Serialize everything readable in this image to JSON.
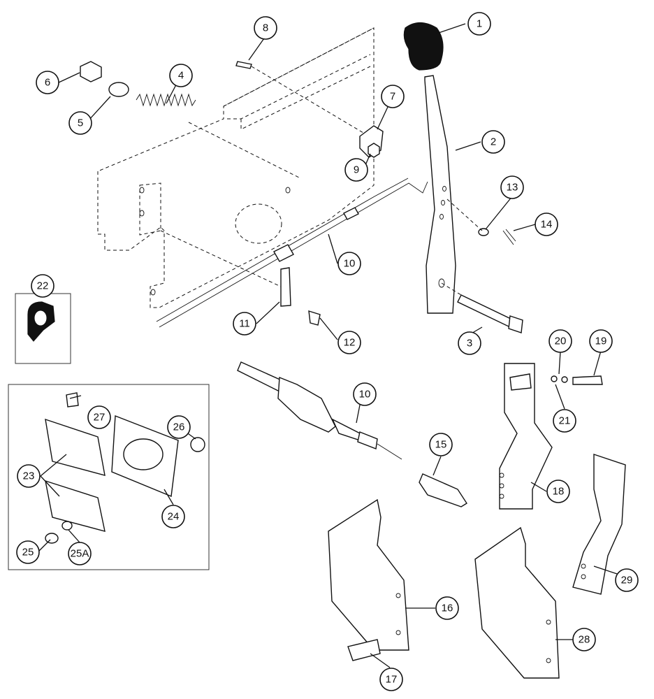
{
  "callouts": [
    {
      "id": "c1",
      "label": "1"
    },
    {
      "id": "c2",
      "label": "2"
    },
    {
      "id": "c3",
      "label": "3"
    },
    {
      "id": "c4",
      "label": "4"
    },
    {
      "id": "c5",
      "label": "5"
    },
    {
      "id": "c6",
      "label": "6"
    },
    {
      "id": "c7",
      "label": "7"
    },
    {
      "id": "c8",
      "label": "8"
    },
    {
      "id": "c9",
      "label": "9"
    },
    {
      "id": "c10a",
      "label": "10"
    },
    {
      "id": "c10b",
      "label": "10"
    },
    {
      "id": "c11",
      "label": "11"
    },
    {
      "id": "c12",
      "label": "12"
    },
    {
      "id": "c13",
      "label": "13"
    },
    {
      "id": "c14",
      "label": "14"
    },
    {
      "id": "c15",
      "label": "15"
    },
    {
      "id": "c16",
      "label": "16"
    },
    {
      "id": "c17",
      "label": "17"
    },
    {
      "id": "c18",
      "label": "18"
    },
    {
      "id": "c19",
      "label": "19"
    },
    {
      "id": "c20",
      "label": "20"
    },
    {
      "id": "c21",
      "label": "21"
    },
    {
      "id": "c22",
      "label": "22"
    },
    {
      "id": "c23",
      "label": "23"
    },
    {
      "id": "c24",
      "label": "24"
    },
    {
      "id": "c25",
      "label": "25"
    },
    {
      "id": "c25A",
      "label": "25A"
    },
    {
      "id": "c26",
      "label": "26"
    },
    {
      "id": "c27",
      "label": "27"
    },
    {
      "id": "c28",
      "label": "28"
    },
    {
      "id": "c29",
      "label": "29"
    }
  ]
}
